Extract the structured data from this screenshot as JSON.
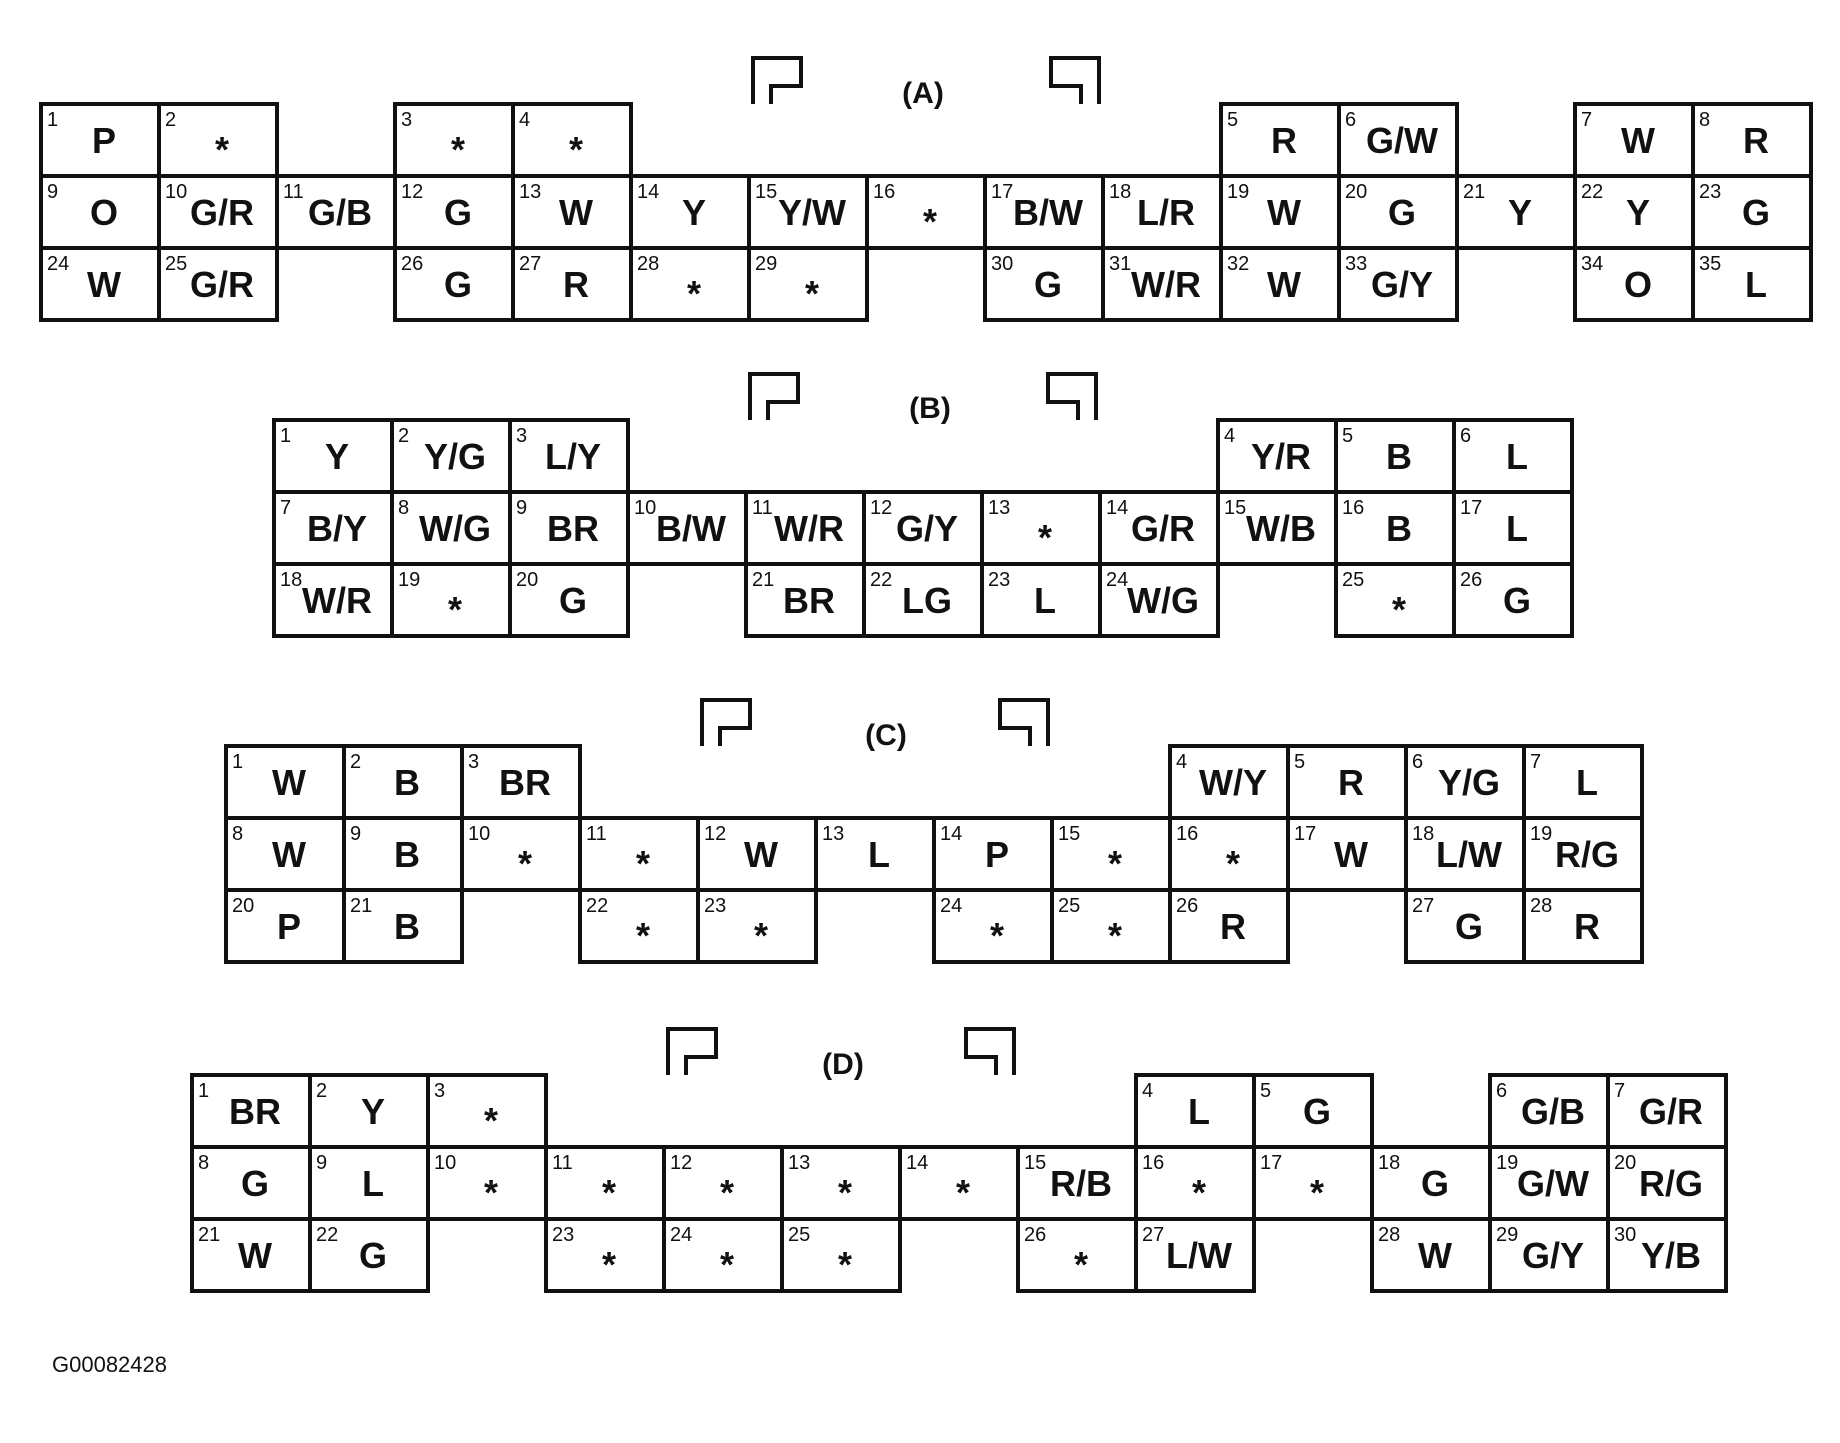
{
  "figure_id": "G00082428",
  "connectors": [
    {
      "id": "A",
      "label": "(A)",
      "pins": [
        {
          "n": "1",
          "c": "P"
        },
        {
          "n": "2",
          "c": "*"
        },
        {
          "n": "3",
          "c": "*"
        },
        {
          "n": "4",
          "c": "*"
        },
        {
          "n": "5",
          "c": "R"
        },
        {
          "n": "6",
          "c": "G/W"
        },
        {
          "n": "7",
          "c": "W"
        },
        {
          "n": "8",
          "c": "R"
        },
        {
          "n": "9",
          "c": "O"
        },
        {
          "n": "10",
          "c": "G/R"
        },
        {
          "n": "11",
          "c": "G/B"
        },
        {
          "n": "12",
          "c": "G"
        },
        {
          "n": "13",
          "c": "W"
        },
        {
          "n": "14",
          "c": "Y"
        },
        {
          "n": "15",
          "c": "Y/W"
        },
        {
          "n": "16",
          "c": "*"
        },
        {
          "n": "17",
          "c": "B/W"
        },
        {
          "n": "18",
          "c": "L/R"
        },
        {
          "n": "19",
          "c": "W"
        },
        {
          "n": "20",
          "c": "G"
        },
        {
          "n": "21",
          "c": "Y"
        },
        {
          "n": "22",
          "c": "Y"
        },
        {
          "n": "23",
          "c": "G"
        },
        {
          "n": "24",
          "c": "W"
        },
        {
          "n": "25",
          "c": "G/R"
        },
        {
          "n": "26",
          "c": "G"
        },
        {
          "n": "27",
          "c": "R"
        },
        {
          "n": "28",
          "c": "*"
        },
        {
          "n": "29",
          "c": "*"
        },
        {
          "n": "30",
          "c": "G"
        },
        {
          "n": "31",
          "c": "W/R"
        },
        {
          "n": "32",
          "c": "W"
        },
        {
          "n": "33",
          "c": "G/Y"
        },
        {
          "n": "34",
          "c": "O"
        },
        {
          "n": "35",
          "c": "L"
        }
      ]
    },
    {
      "id": "B",
      "label": "(B)",
      "pins": [
        {
          "n": "1",
          "c": "Y"
        },
        {
          "n": "2",
          "c": "Y/G"
        },
        {
          "n": "3",
          "c": "L/Y"
        },
        {
          "n": "4",
          "c": "Y/R"
        },
        {
          "n": "5",
          "c": "B"
        },
        {
          "n": "6",
          "c": "L"
        },
        {
          "n": "7",
          "c": "B/Y"
        },
        {
          "n": "8",
          "c": "W/G"
        },
        {
          "n": "9",
          "c": "BR"
        },
        {
          "n": "10",
          "c": "B/W"
        },
        {
          "n": "11",
          "c": "W/R"
        },
        {
          "n": "12",
          "c": "G/Y"
        },
        {
          "n": "13",
          "c": "*"
        },
        {
          "n": "14",
          "c": "G/R"
        },
        {
          "n": "15",
          "c": "W/B"
        },
        {
          "n": "16",
          "c": "B"
        },
        {
          "n": "17",
          "c": "L"
        },
        {
          "n": "18",
          "c": "W/R"
        },
        {
          "n": "19",
          "c": "*"
        },
        {
          "n": "20",
          "c": "G"
        },
        {
          "n": "21",
          "c": "BR"
        },
        {
          "n": "22",
          "c": "LG"
        },
        {
          "n": "23",
          "c": "L"
        },
        {
          "n": "24",
          "c": "W/G"
        },
        {
          "n": "25",
          "c": "*"
        },
        {
          "n": "26",
          "c": "G"
        }
      ]
    },
    {
      "id": "C",
      "label": "(C)",
      "pins": [
        {
          "n": "1",
          "c": "W"
        },
        {
          "n": "2",
          "c": "B"
        },
        {
          "n": "3",
          "c": "BR"
        },
        {
          "n": "4",
          "c": "W/Y"
        },
        {
          "n": "5",
          "c": "R"
        },
        {
          "n": "6",
          "c": "Y/G"
        },
        {
          "n": "7",
          "c": "L"
        },
        {
          "n": "8",
          "c": "W"
        },
        {
          "n": "9",
          "c": "B"
        },
        {
          "n": "10",
          "c": "*"
        },
        {
          "n": "11",
          "c": "*"
        },
        {
          "n": "12",
          "c": "W"
        },
        {
          "n": "13",
          "c": "L"
        },
        {
          "n": "14",
          "c": "P"
        },
        {
          "n": "15",
          "c": "*"
        },
        {
          "n": "16",
          "c": "*"
        },
        {
          "n": "17",
          "c": "W"
        },
        {
          "n": "18",
          "c": "L/W"
        },
        {
          "n": "19",
          "c": "R/G"
        },
        {
          "n": "20",
          "c": "P"
        },
        {
          "n": "21",
          "c": "B"
        },
        {
          "n": "22",
          "c": "*"
        },
        {
          "n": "23",
          "c": "*"
        },
        {
          "n": "24",
          "c": "*"
        },
        {
          "n": "25",
          "c": "*"
        },
        {
          "n": "26",
          "c": "R"
        },
        {
          "n": "27",
          "c": "G"
        },
        {
          "n": "28",
          "c": "R"
        }
      ]
    },
    {
      "id": "D",
      "label": "(D)",
      "pins": [
        {
          "n": "1",
          "c": "BR"
        },
        {
          "n": "2",
          "c": "Y"
        },
        {
          "n": "3",
          "c": "*"
        },
        {
          "n": "4",
          "c": "L"
        },
        {
          "n": "5",
          "c": "G"
        },
        {
          "n": "6",
          "c": "G/B"
        },
        {
          "n": "7",
          "c": "G/R"
        },
        {
          "n": "8",
          "c": "G"
        },
        {
          "n": "9",
          "c": "L"
        },
        {
          "n": "10",
          "c": "*"
        },
        {
          "n": "11",
          "c": "*"
        },
        {
          "n": "12",
          "c": "*"
        },
        {
          "n": "13",
          "c": "*"
        },
        {
          "n": "14",
          "c": "*"
        },
        {
          "n": "15",
          "c": "R/B"
        },
        {
          "n": "16",
          "c": "*"
        },
        {
          "n": "17",
          "c": "*"
        },
        {
          "n": "18",
          "c": "G"
        },
        {
          "n": "19",
          "c": "G/W"
        },
        {
          "n": "20",
          "c": "R/G"
        },
        {
          "n": "21",
          "c": "W"
        },
        {
          "n": "22",
          "c": "G"
        },
        {
          "n": "23",
          "c": "*"
        },
        {
          "n": "24",
          "c": "*"
        },
        {
          "n": "25",
          "c": "*"
        },
        {
          "n": "26",
          "c": "*"
        },
        {
          "n": "27",
          "c": "L/W"
        },
        {
          "n": "28",
          "c": "W"
        },
        {
          "n": "29",
          "c": "G/Y"
        },
        {
          "n": "30",
          "c": "Y/B"
        }
      ]
    }
  ]
}
